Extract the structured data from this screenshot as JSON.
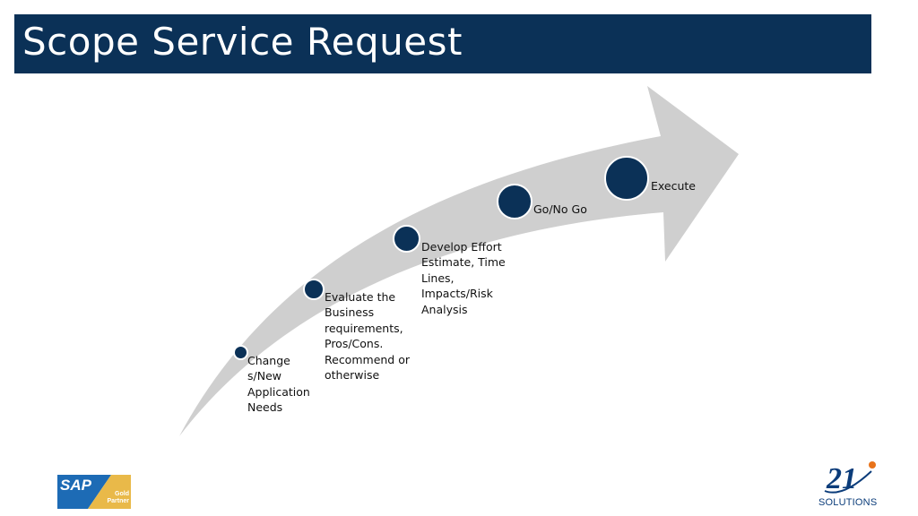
{
  "title": "Scope Service Request",
  "colors": {
    "title_bar": "#0b3157",
    "arrow_fill": "#cfcfcf",
    "dot_fill": "#0b3157",
    "sap_blue": "#1d6bb5",
    "sap_gold": "#e9b949",
    "brand_blue": "#0b3c7a",
    "brand_orange": "#e8731a"
  },
  "steps": [
    {
      "label": "Change s/New Application Needs"
    },
    {
      "label": "Evaluate the Business requirements, Pros/Cons. Recommend or otherwise"
    },
    {
      "label": "Develop Effort Estimate, Time Lines, Impacts/Risk Analysis"
    },
    {
      "label": "Go/No Go"
    },
    {
      "label": "Execute"
    }
  ],
  "logos": {
    "sap": {
      "wordmark": "SAP",
      "badge_line1": "Gold",
      "badge_line2": "Partner"
    },
    "brand": {
      "mark": "21",
      "name": "SOLUTIONS"
    }
  }
}
